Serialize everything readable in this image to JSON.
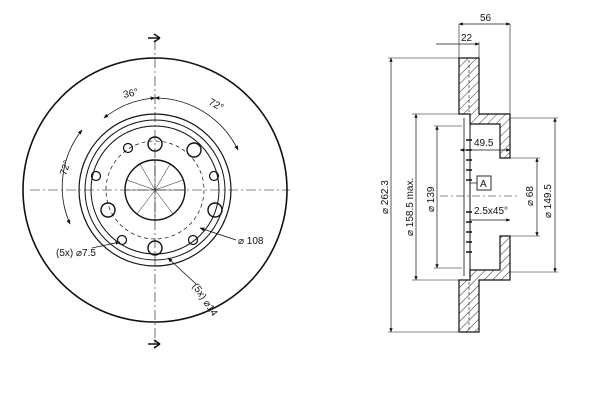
{
  "front_view": {
    "angle_36": "36°",
    "angle_72_top": "72°",
    "angle_72_left": "72°",
    "bolt_holes": "(5x) ⌀7.5",
    "pilot_holes": "(5x) ⌀14",
    "bolt_circle": "⌀ 108"
  },
  "section_view": {
    "overall_thickness": "56",
    "disc_thickness": "22",
    "hat_depth": "49.5",
    "datum_label": "A",
    "chamfer": "2.5x45°",
    "outer_diameter": "⌀ 262.3",
    "max_friction_diameter": "⌀ 158.5 max.",
    "hat_diameter": "⌀ 139",
    "center_bore": "⌀ 68",
    "hat_inner_diameter": "⌀ 149.5"
  }
}
